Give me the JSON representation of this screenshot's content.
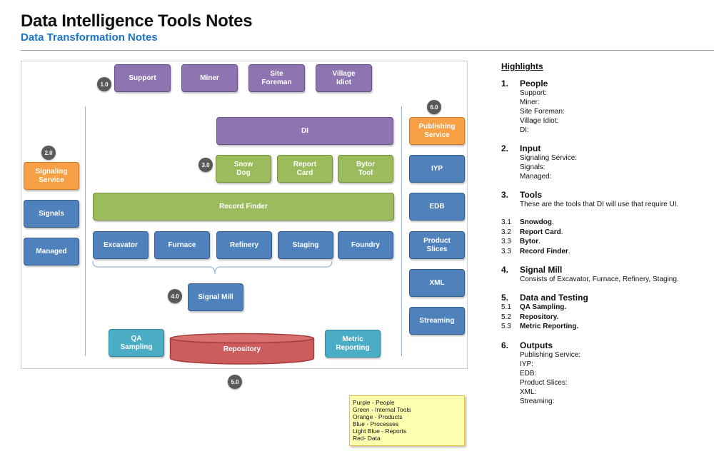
{
  "header": {
    "title": "Data Intelligence Tools Notes",
    "subtitle": "Data Transformation Notes"
  },
  "diagram": {
    "badges": {
      "b1": "1.0",
      "b2": "2.0",
      "b3": "3.0",
      "b4": "4.0",
      "b5": "5.0",
      "b6": "6.0"
    },
    "people": [
      "Support",
      "Miner",
      "Site\nForeman",
      "Village\nIdiot"
    ],
    "di": "DI",
    "tools": [
      "Snow\nDog",
      "Report\nCard",
      "Bytor\nTool"
    ],
    "record_finder": "Record Finder",
    "inputs": [
      "Signaling\nService",
      "Signals",
      "Managed"
    ],
    "processes": [
      "Excavator",
      "Furnace",
      "Refinery",
      "Staging",
      "Foundry"
    ],
    "signal_mill": "Signal Mill",
    "qa_sampling": "QA\nSampling",
    "repository": "Repository",
    "metric_reporting": "Metric\nReporting",
    "outputs": [
      "Publishing\nService",
      "IYP",
      "EDB",
      "Product\nSlices",
      "XML",
      "Streaming"
    ]
  },
  "legend": [
    "Purple - People",
    "Green - Internal Tools",
    "Orange - Products",
    "Blue - Processes",
    "Light Blue - Reports",
    "Red- Data"
  ],
  "notes": {
    "heading": "Highlights",
    "s1": {
      "num": "1.",
      "title": "People",
      "items": [
        "Support:",
        "Miner:",
        "Site Foreman:",
        "Village Idiot:",
        "DI:"
      ]
    },
    "s2": {
      "num": "2.",
      "title": "Input",
      "items": [
        "Signaling Service:",
        "Signals:",
        "Managed:"
      ]
    },
    "s3": {
      "num": "3.",
      "title": "Tools",
      "desc": "These are the tools that DI will use that require UI.",
      "tools": [
        {
          "n": "3.1",
          "name": "Snowdog",
          "rest": "."
        },
        {
          "n": "3.2",
          "name": "Report Card",
          "rest": "."
        },
        {
          "n": "3.3",
          "name": "Bytor",
          "rest": "."
        },
        {
          "n": "3.3",
          "name": "Record Finder",
          "rest": "."
        }
      ]
    },
    "s4": {
      "num": "4.",
      "title": "Signal Mill",
      "desc": "Consists of Excavator, Furnace, Refinery, Staging."
    },
    "s5": {
      "num": "5.",
      "title": "Data and Testing",
      "items": [
        {
          "n": "5.1",
          "name": "QA Sampling."
        },
        {
          "n": "5.2",
          "name": "Repository."
        },
        {
          "n": "5.3",
          "name": "Metric Reporting."
        }
      ]
    },
    "s6": {
      "num": "6.",
      "title": "Outputs",
      "items": [
        "Publishing Service:",
        "IYP:",
        "EDB:",
        "Product Slices:",
        "XML:",
        "Streaming:"
      ]
    }
  }
}
